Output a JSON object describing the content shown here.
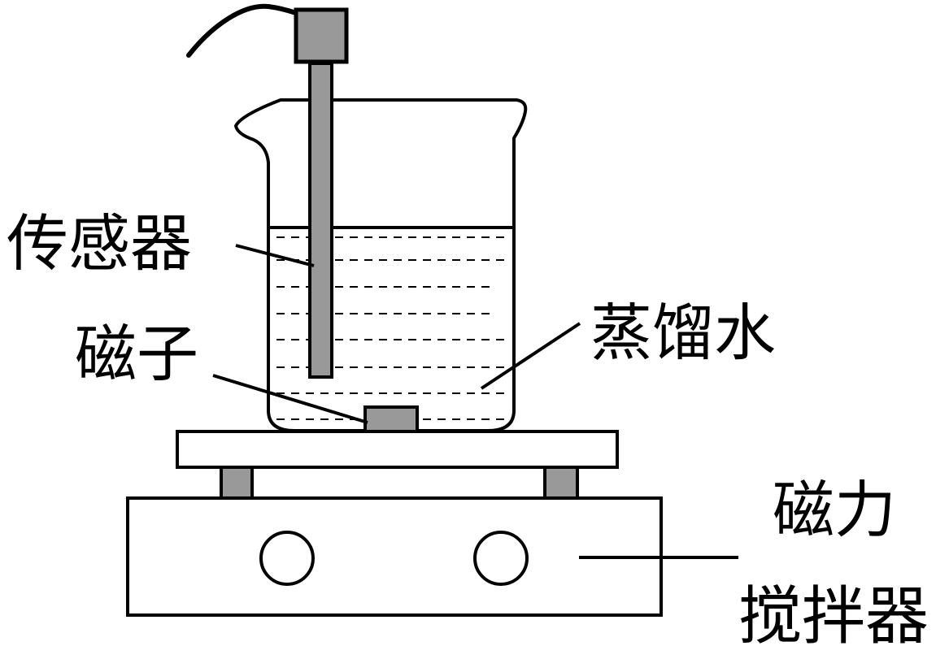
{
  "labels": {
    "sensor": "传感器",
    "magnet": "磁子",
    "water": "蒸馏水",
    "stirrer_line1": "磁力",
    "stirrer_line2": "搅拌器"
  },
  "colors": {
    "stroke": "#000000",
    "fill_gray": "#999999",
    "background": "#ffffff"
  }
}
